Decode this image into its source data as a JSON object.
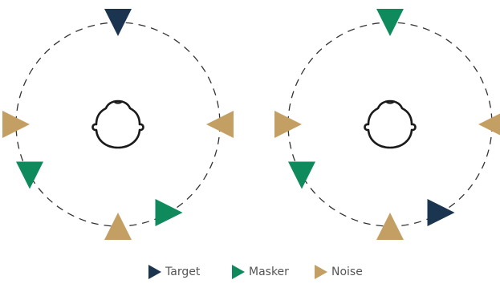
{
  "colors": {
    "target": "#1b3550",
    "masker": "#0e8a5c",
    "noise": "#c39f63",
    "ring": "#333333",
    "head": "#1a1a1a"
  },
  "legend": [
    {
      "key": "target",
      "label": "Target",
      "icon": "triangle-right-icon"
    },
    {
      "key": "masker",
      "label": "Masker",
      "icon": "triangle-right-icon"
    },
    {
      "key": "noise",
      "label": "Noise",
      "icon": "triangle-right-icon"
    }
  ],
  "scenes": [
    {
      "name": "left-configuration",
      "speakers": [
        {
          "type": "target",
          "azimuth_deg": 0,
          "facing": "down"
        },
        {
          "type": "noise",
          "azimuth_deg": 90,
          "facing": "left"
        },
        {
          "type": "noise",
          "azimuth_deg": 180,
          "facing": "up"
        },
        {
          "type": "masker",
          "azimuth_deg": 150,
          "facing": "right"
        },
        {
          "type": "masker",
          "azimuth_deg": 240,
          "facing": "down"
        },
        {
          "type": "noise",
          "azimuth_deg": 270,
          "facing": "right"
        }
      ]
    },
    {
      "name": "right-configuration",
      "speakers": [
        {
          "type": "masker",
          "azimuth_deg": 0,
          "facing": "down"
        },
        {
          "type": "noise",
          "azimuth_deg": 90,
          "facing": "left"
        },
        {
          "type": "noise",
          "azimuth_deg": 180,
          "facing": "up"
        },
        {
          "type": "target",
          "azimuth_deg": 150,
          "facing": "right"
        },
        {
          "type": "masker",
          "azimuth_deg": 240,
          "facing": "down"
        },
        {
          "type": "noise",
          "azimuth_deg": 270,
          "facing": "right"
        }
      ]
    }
  ]
}
